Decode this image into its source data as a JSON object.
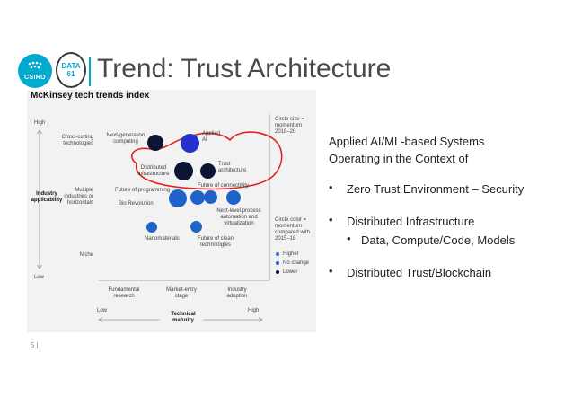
{
  "header": {
    "title": "Trend: Trust Architecture",
    "logo_text": "CSIRO",
    "data61_top": "DATA",
    "data61_bottom": "61"
  },
  "panel": {
    "title": "McKinsey tech trends index",
    "y_high": "High",
    "y_low": "Low",
    "y_axis_label_1": "Industry",
    "y_axis_label_2": "applicability",
    "row_cross_1": "Cross-cutting",
    "row_cross_2": "technologies",
    "row_multi_1": "Multiple",
    "row_multi_2": "industries or",
    "row_multi_3": "horizontals",
    "row_niche": "Niche",
    "x_fund_1": "Fundamental",
    "x_fund_2": "research",
    "x_market_1": "Market-entry",
    "x_market_2": "stage",
    "x_adopt_1": "Industry",
    "x_adopt_2": "adoption",
    "x_low": "Low",
    "x_high": "High",
    "x_axis_label_1": "Technical",
    "x_axis_label_2": "maturity",
    "size_legend_1": "Circle size =",
    "size_legend_2": "momentum",
    "size_legend_3": "2018–20",
    "color_legend_1": "Circle color =",
    "color_legend_2": "momentum",
    "color_legend_3": "compared with",
    "color_legend_4": "2015–18",
    "legend_higher": "Higher",
    "legend_nochange": "No change",
    "legend_lower": "Lower",
    "trends": {
      "next_gen_1": "Next-generation",
      "next_gen_2": "computing",
      "applied_ai_1": "Applied",
      "applied_ai_2": "AI",
      "distributed_1": "Distributed",
      "distributed_2": "infrastructure",
      "trust_1": "Trust",
      "trust_2": "architecture",
      "future_prog": "Future of programming",
      "future_conn": "Future of connectivity",
      "bio": "Bio Revolution",
      "next_level_1": "Next-level process",
      "next_level_2": "automation and",
      "next_level_3": "virtualization",
      "nano": "Nanomaterials",
      "clean_1": "Future of clean",
      "clean_2": "technologies"
    },
    "colors": {
      "higher": "#2f6fd6",
      "nochange": "#1f63c9",
      "lower": "#0b1433",
      "highlight": "#2432c9",
      "annotation": "#e02020"
    }
  },
  "right": {
    "heading_1": "Applied AI/ML-based Systems",
    "heading_2": "Operating in the Context of",
    "bullet_1": "Zero Trust Environment – Security",
    "bullet_2": "Distributed Infrastructure",
    "sub_bullet_1": "Data, Compute/Code, Models",
    "bullet_3": "Distributed Trust/Blockchain"
  },
  "footer": {
    "page": "5 |"
  }
}
